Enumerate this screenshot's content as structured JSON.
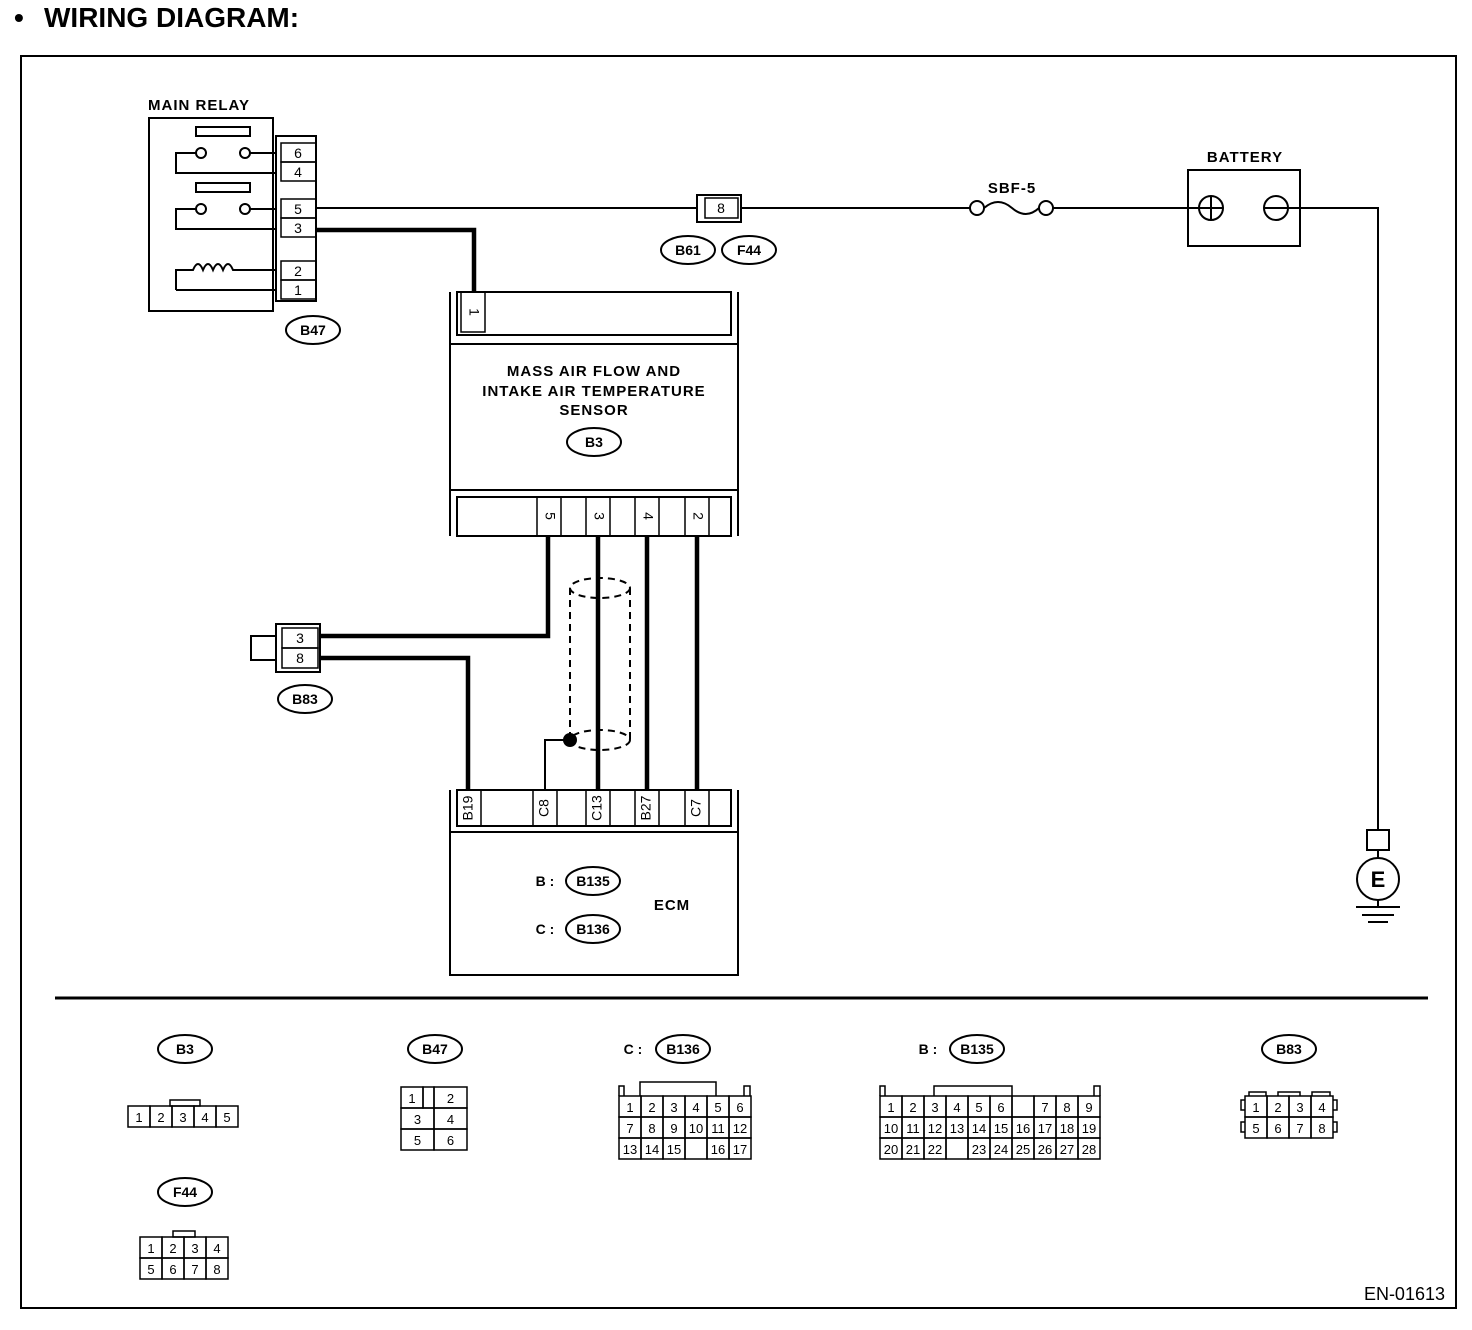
{
  "heading": {
    "bullet": "•",
    "title": "WIRING DIAGRAM:"
  },
  "components": {
    "main_relay": {
      "label": "MAIN RELAY",
      "connector": "B47",
      "pins": [
        "6",
        "4",
        "5",
        "3",
        "2",
        "1"
      ]
    },
    "joint_b61_f44": {
      "pin": "8",
      "connectors": [
        "B61",
        "F44"
      ]
    },
    "fuse": {
      "label": "SBF-5"
    },
    "battery": {
      "label": "BATTERY"
    },
    "maf_sensor": {
      "label_lines": [
        "MASS AIR FLOW AND",
        "INTAKE AIR TEMPERATURE",
        "SENSOR"
      ],
      "connector": "B3",
      "top_pin": "1",
      "bottom_pins": [
        "5",
        "3",
        "4",
        "2"
      ]
    },
    "b83": {
      "connector": "B83",
      "pins": [
        "3",
        "8"
      ]
    },
    "ecm": {
      "label": "ECM",
      "pins": [
        "B19",
        "C8",
        "C13",
        "B27",
        "C7"
      ],
      "refs": [
        {
          "prefix": "B :",
          "connector": "B135"
        },
        {
          "prefix": "C :",
          "connector": "B136"
        }
      ]
    },
    "ground": {
      "label": "E"
    }
  },
  "connector_views": {
    "b3": {
      "id": "B3",
      "rows": [
        [
          "1",
          "2",
          "3",
          "4",
          "5"
        ]
      ]
    },
    "b47": {
      "id": "B47",
      "rows": [
        [
          "1",
          "",
          "2"
        ],
        [
          "3",
          "4"
        ],
        [
          "5",
          "6"
        ]
      ]
    },
    "b136": {
      "prefix": "C :",
      "id": "B136",
      "rows": [
        [
          "1",
          "2",
          "3",
          "4",
          "5",
          "6"
        ],
        [
          "7",
          "8",
          "9",
          "10",
          "11",
          "12"
        ],
        [
          "13",
          "14",
          "15",
          "",
          "16",
          "17"
        ]
      ]
    },
    "b135": {
      "prefix": "B :",
      "id": "B135",
      "rows": [
        [
          "1",
          "2",
          "3",
          "4",
          "5",
          "6",
          "",
          "7",
          "8",
          "9"
        ],
        [
          "10",
          "11",
          "12",
          "13",
          "14",
          "15",
          "16",
          "17",
          "18",
          "19"
        ],
        [
          "20",
          "21",
          "22",
          "",
          "23",
          "24",
          "25",
          "26",
          "27",
          "28"
        ]
      ]
    },
    "b83": {
      "id": "B83",
      "rows": [
        [
          "1",
          "2",
          "3",
          "4"
        ],
        [
          "5",
          "6",
          "7",
          "8"
        ]
      ]
    },
    "f44": {
      "id": "F44",
      "rows": [
        [
          "1",
          "2",
          "3",
          "4"
        ],
        [
          "5",
          "6",
          "7",
          "8"
        ]
      ]
    }
  },
  "footer": {
    "code": "EN-01613"
  }
}
